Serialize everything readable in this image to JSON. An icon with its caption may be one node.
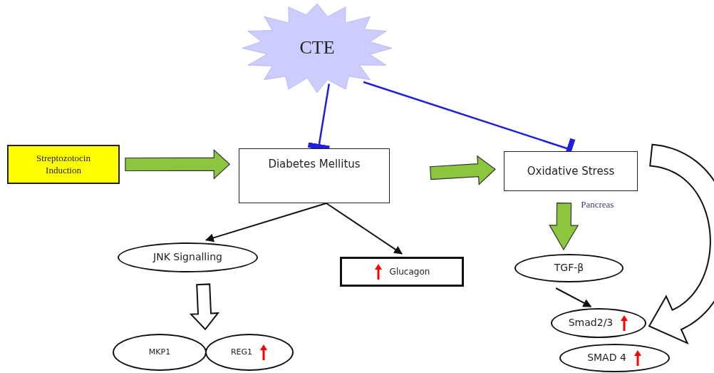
{
  "diagram": {
    "nodes": [
      {
        "text": [
          "CTE"
        ]
      },
      {
        "text": [
          "Streptozotocin Induction"
        ]
      },
      {
        "text": [
          "Diabetes Mellitus"
        ]
      },
      {
        "text": [
          "Oxidative Stress"
        ]
      },
      {
        "text": [
          "JNK Signalling"
        ]
      },
      {
        "text": [
          "Glucagon"
        ]
      },
      {
        "text": [
          "TGF-β"
        ]
      },
      {
        "text": [
          "MKP1"
        ]
      },
      {
        "text": [
          "REG1"
        ]
      },
      {
        "text": [
          "Smad2/3"
        ]
      },
      {
        "text": [
          "SMAD 4"
        ]
      }
    ],
    "edges": [
      {
        "from": 0,
        "to": 2,
        "arrow": "other",
        "color": "#1f1fe0"
      },
      {
        "from": 0,
        "to": 3,
        "arrow": "other",
        "color": "#1f1fe0"
      },
      {
        "from": 1,
        "to": 2,
        "arrow": "to",
        "style": "thick",
        "color": "#8cc63f"
      },
      {
        "from": 2,
        "to": 3,
        "arrow": "to",
        "style": "thick",
        "color": "#8cc63f"
      },
      {
        "from": 2,
        "to": 4,
        "arrow": "to"
      },
      {
        "from": 2,
        "to": 5,
        "arrow": "to"
      },
      {
        "from": 3,
        "to": 6,
        "arrow": "to",
        "style": "thick",
        "color": "#8cc63f",
        "label": "Pancreas"
      },
      {
        "from": 4,
        "to": 7,
        "arrow": "to",
        "style": "thick"
      },
      {
        "from": 4,
        "to": 8,
        "arrow": "to",
        "style": "thick"
      },
      {
        "from": 3,
        "to": 9,
        "arrow": "to",
        "style": "thick"
      },
      {
        "from": 6,
        "to": 9,
        "arrow": "to"
      }
    ]
  }
}
